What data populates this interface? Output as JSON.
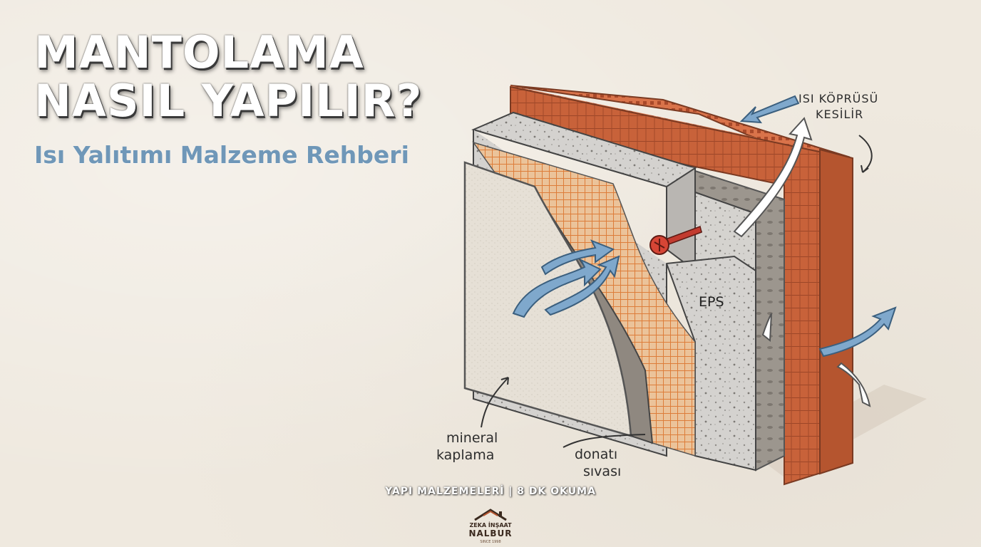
{
  "header": {
    "title_line1": "MANTOLAMA",
    "title_line2": "NASIL YAPILIR?",
    "subtitle": "Isı Yalıtımı Malzeme Rehberi"
  },
  "labels": {
    "heat_bridge_line1": "ISI KÖPRÜSÜ",
    "heat_bridge_line2": "KESİLİR",
    "eps": "EPS",
    "mineral_line1": "mineral",
    "mineral_line2": "kaplama",
    "donati_line1": "donatı",
    "donati_line2": "sıvası"
  },
  "footer": {
    "meta": "YAPI MALZEMELERİ | 8 DK OKUMA",
    "logo_line1": "ZEKA İNŞAAT",
    "logo_line2": "NALBUR",
    "logo_line3": "SINCE 1998"
  },
  "colors": {
    "brick": "#c8623a",
    "eps": "#d4d2cf",
    "mesh": "#e08a4a",
    "plaster": "#e6e0d6",
    "arrow": "#7fa8cc",
    "subtitle": "#6f97b8"
  }
}
